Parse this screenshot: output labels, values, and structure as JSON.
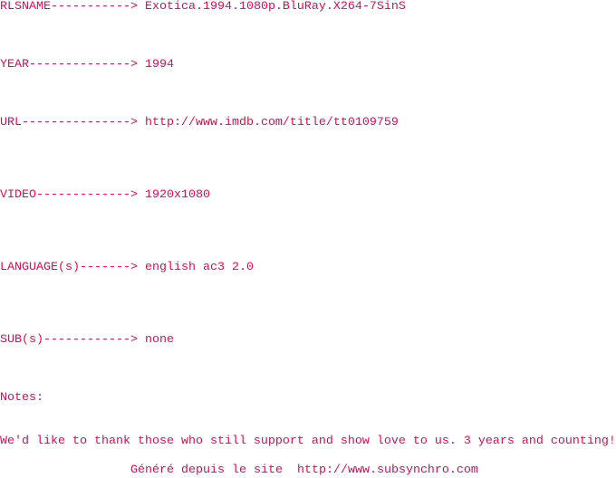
{
  "fields": [
    {
      "label": "RLSNAME-----------> ",
      "value": "Exotica.1994.1080p.BluRay.X264-7SinS"
    },
    {
      "label": "YEAR--------------> ",
      "value": "1994"
    },
    {
      "label": "URL---------------> ",
      "value": "http://www.imdb.com/title/tt0109759"
    },
    {
      "label": "VIDEO-------------> ",
      "value": "1920x1080"
    },
    {
      "label": "LANGUAGE(s)-------> ",
      "value": "english ac3 2.0"
    },
    {
      "label": "SUB(s)------------> ",
      "value": "none"
    }
  ],
  "notes_label": "Notes:",
  "notes_text": "We'd like to thank those who still support and show love to us. 3 years and counting!",
  "footer": {
    "prefix": "Généré depuis le site  ",
    "link": "http://www.subsynchro.com"
  }
}
